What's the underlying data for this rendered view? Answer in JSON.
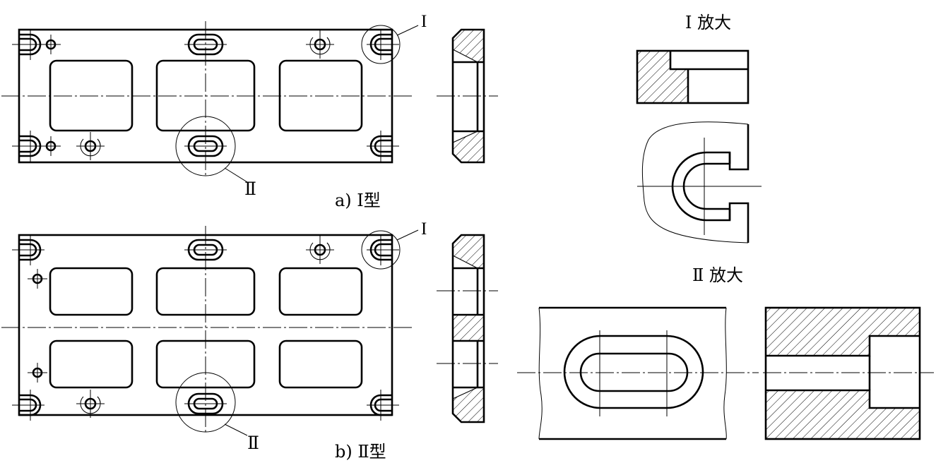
{
  "labels": {
    "callout_I_a": "I",
    "callout_II_a": "Ⅱ",
    "caption_a": "a) Ⅰ型",
    "callout_I_b": "I",
    "callout_II_b": "Ⅱ",
    "caption_b": "b) Ⅱ型",
    "detail_I_title": "I 放大",
    "detail_II_title": "Ⅱ 放大"
  },
  "colors": {
    "line": "#000000",
    "background": "#ffffff"
  }
}
